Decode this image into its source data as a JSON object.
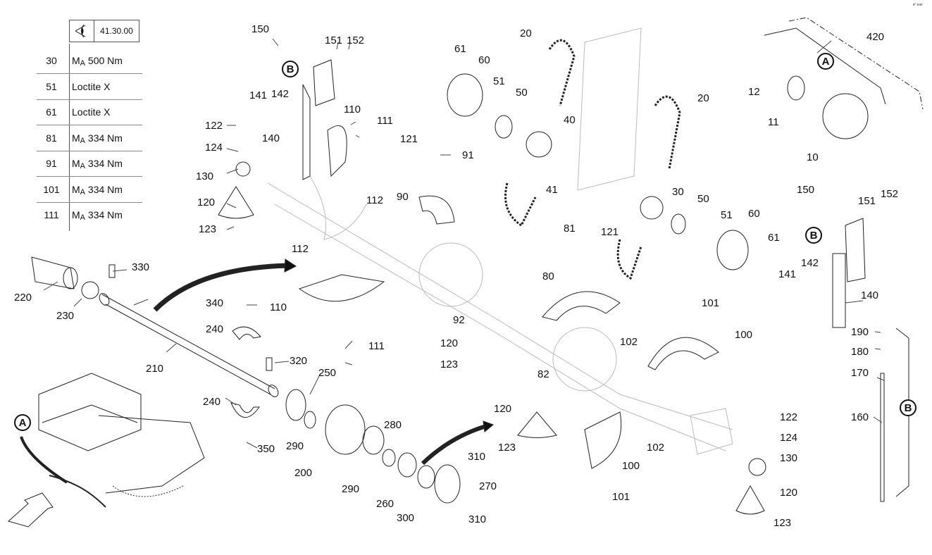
{
  "corner_mark": "ᴇᴾ ᴇᴏᴇ",
  "torque_table": {
    "icon": "eye-view-icon",
    "header_code": "41.30.00",
    "rows": [
      {
        "pos": "30",
        "prefix": "M",
        "sub": "A",
        "value": " 500 Nm"
      },
      {
        "pos": "51",
        "prefix": "",
        "sub": "",
        "value": "Loctite X"
      },
      {
        "pos": "61",
        "prefix": "",
        "sub": "",
        "value": "Loctite X"
      },
      {
        "pos": "81",
        "prefix": "M",
        "sub": "A",
        "value": " 334 Nm"
      },
      {
        "pos": "91",
        "prefix": "M",
        "sub": "A",
        "value": " 334 Nm"
      },
      {
        "pos": "101",
        "prefix": "M",
        "sub": "A",
        "value": " 334 Nm"
      },
      {
        "pos": "111",
        "prefix": "M",
        "sub": "A",
        "value": " 334 Nm"
      }
    ]
  },
  "detail_markers": {
    "a": "A",
    "b": "B"
  },
  "part_labels": {
    "p150_l": "150",
    "p151_l": "151",
    "p152_l": "152",
    "p141_l": "141",
    "p142_l": "142",
    "p140_l": "140",
    "p122_l": "122",
    "p124_l": "124",
    "p130_l": "130",
    "p120_l": "120",
    "p123_l": "123",
    "p110_t": "110",
    "p111_t": "111",
    "p112_a": "112",
    "p112_b": "112",
    "p121_t": "121",
    "p91": "91",
    "p90": "90",
    "p61_t": "61",
    "p60_t": "60",
    "p51_t": "51",
    "p50_t": "50",
    "p20_a": "20",
    "p40": "40",
    "p41": "41",
    "p20_b": "20",
    "p30": "30",
    "p50_r": "50",
    "p51_r": "51",
    "p60_r": "60",
    "p61_r": "61",
    "p81": "81",
    "p121_m": "121",
    "p420": "420",
    "p12": "12",
    "p11": "11",
    "p10": "10",
    "p150_r": "150",
    "p151_r": "151",
    "p152_r": "152",
    "p141_r": "141",
    "p142_r": "142",
    "p140_r": "140",
    "p190": "190",
    "p180": "180",
    "p170": "170",
    "p160": "160",
    "p330": "330",
    "p220": "220",
    "p230": "230",
    "p340": "340",
    "p240_a": "240",
    "p210": "210",
    "p320": "320",
    "p250": "250",
    "p240_b": "240",
    "p350": "350",
    "p290_a": "290",
    "p200": "200",
    "p280": "280",
    "p290_b": "290",
    "p260": "260",
    "p300": "300",
    "p310_a": "310",
    "p270": "270",
    "p310_b": "310",
    "p110_m": "110",
    "p111_m": "111",
    "p120_m": "120",
    "p123_m": "123",
    "p92": "92",
    "p80": "80",
    "p101_a": "101",
    "p100_a": "100",
    "p102_a": "102",
    "p82": "82",
    "p120_b": "120",
    "p123_b": "123",
    "p100_b": "100",
    "p101_b": "101",
    "p102_b": "102",
    "p122_r": "122",
    "p124_r": "124",
    "p130_r": "130",
    "p120_r": "120",
    "p123_r": "123"
  }
}
